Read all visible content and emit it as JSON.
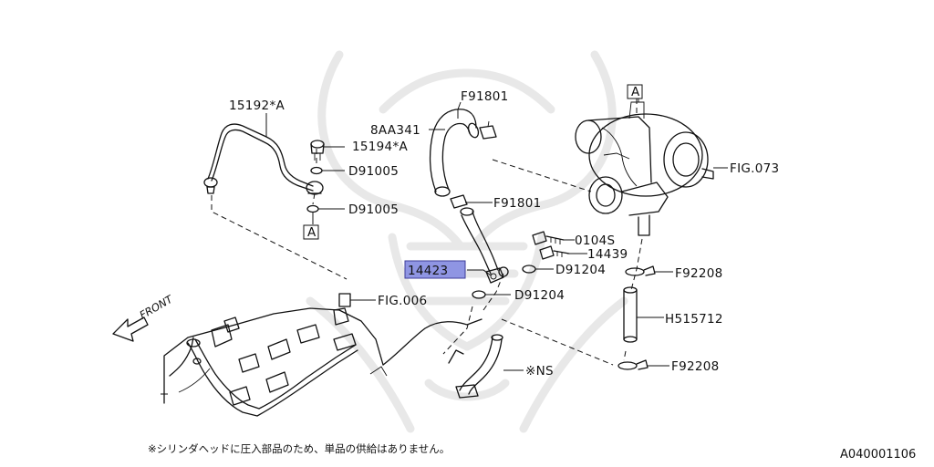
{
  "diagram": {
    "labels": {
      "hose_assy_a": "15192*A",
      "bolt_union_a": "15194*A",
      "gasket_1": "D91005",
      "gasket_2": "D91005",
      "hose_8aa": "8AA341",
      "clamp_top": "F91801",
      "clamp_mid": "F91801",
      "bolt_0104s": "0104S",
      "bolt_14439": "14439",
      "gasket_3": "D91204",
      "gasket_4": "D91204",
      "pipe_selected": "14423",
      "clip_upper": "F92208",
      "clip_lower": "F92208",
      "hose_h515": "H515712",
      "fig_073": "FIG.073",
      "fig_006": "FIG.006",
      "not_supplied": "※NS",
      "ref_a_top": "A",
      "ref_a_left": "A",
      "front_arrow": "FRONT"
    },
    "footnote": "※シリンダヘッドに圧入部品のため、単品の供給はありません。",
    "diagram_code": "A040001106",
    "highlight_color": "#8f95e3"
  }
}
